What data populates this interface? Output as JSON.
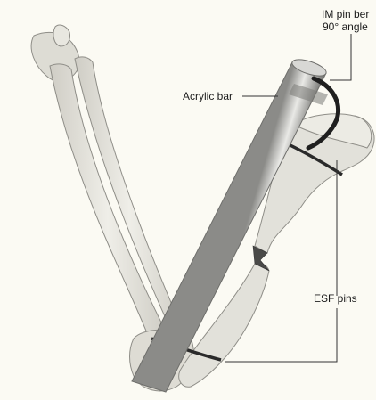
{
  "labels": {
    "im_pin_line1": "IM pin ber",
    "im_pin_line2": "90° angle",
    "acrylic_bar": "Acrylic bar",
    "esf_pins": "ESF pins"
  },
  "colors": {
    "background": "#fbfaf3",
    "bone_fill": "#e4e3dc",
    "bone_stroke": "#8f8e88",
    "bar_fill": "#c6c6c3",
    "pin_dark": "#2a2a2a",
    "leader_line": "#333333"
  }
}
